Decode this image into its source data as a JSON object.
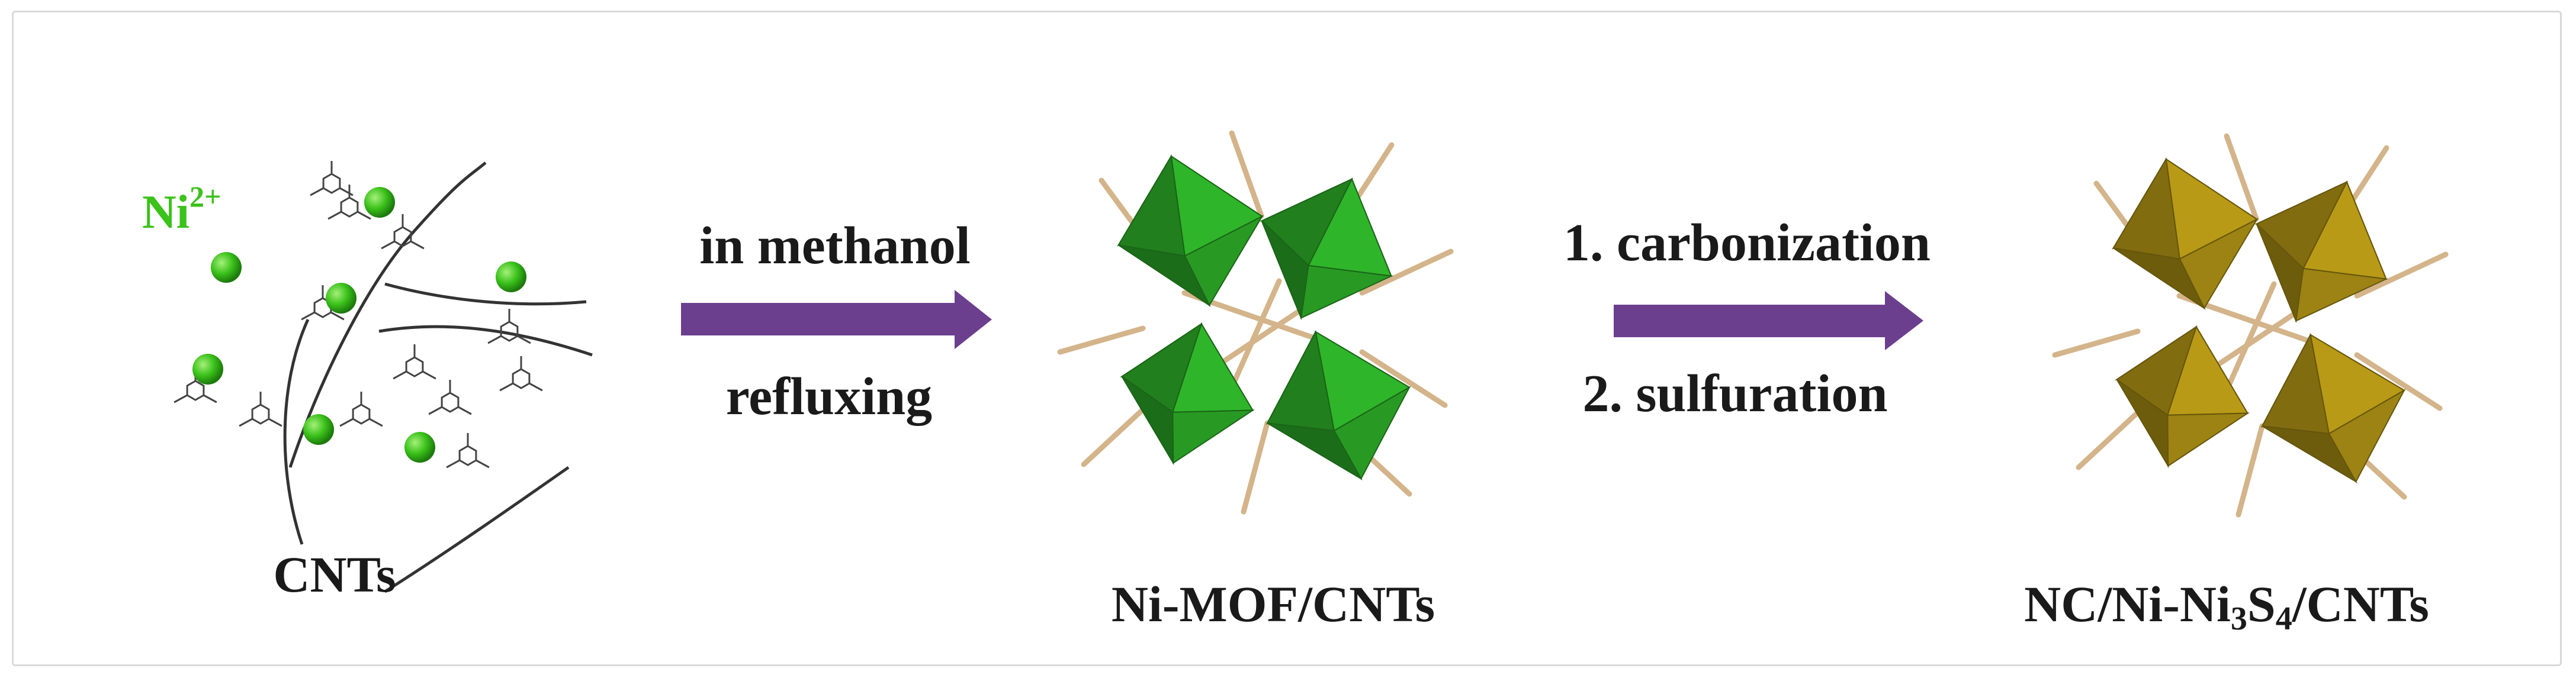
{
  "ions": {
    "symbol": "Ni",
    "charge": "2+"
  },
  "stages": [
    {
      "label": "CNTs"
    },
    {
      "label_main": "Ni-MOF/CNTs"
    },
    {
      "label_parts": [
        "NC/Ni-Ni",
        "3",
        "S",
        "4",
        "/CNTs"
      ]
    }
  ],
  "step1": {
    "above": "in methanol",
    "below": "refluxing"
  },
  "step2": {
    "above": "1. carbonization",
    "below": "2. sulfuration"
  },
  "colors": {
    "ni_ion": "#3bc21b",
    "mof_green": "#2fb52a",
    "sulfide_gold": "#b89a16",
    "arrow": "#6b3f8e",
    "linker": "#d4b48a"
  }
}
